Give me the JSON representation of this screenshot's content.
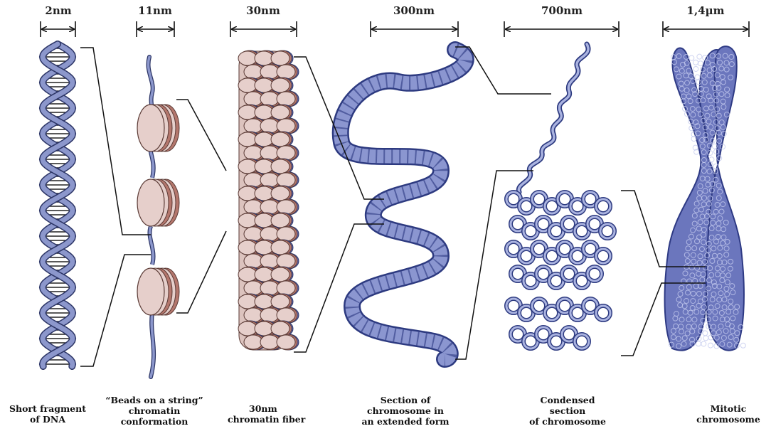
{
  "scales": [
    {
      "id": "dna",
      "label": "2nm"
    },
    {
      "id": "beads",
      "label": "11nm"
    },
    {
      "id": "fiber",
      "label": "30nm"
    },
    {
      "id": "extended",
      "label": "300nm"
    },
    {
      "id": "condensed",
      "label": "700nm"
    },
    {
      "id": "mitotic",
      "label": "1,4µm"
    }
  ],
  "captions": [
    {
      "id": "dna",
      "lines": [
        "Short fragment",
        "of DNA"
      ]
    },
    {
      "id": "beads",
      "lines": [
        "“Beads on a string”",
        "chromatin",
        "conformation"
      ]
    },
    {
      "id": "fiber",
      "lines": [
        "30nm",
        "chromatin fiber"
      ]
    },
    {
      "id": "extended",
      "lines": [
        "Section of",
        "chromosome in",
        "an extended form"
      ]
    },
    {
      "id": "condensed",
      "lines": [
        "Condensed",
        "section",
        "of chromosome"
      ]
    },
    {
      "id": "mitotic",
      "lines": [
        "Mitotic",
        "chromosome"
      ]
    }
  ],
  "colors": {
    "dna_strand": "#8c97cc",
    "dna_outline": "#2c3566",
    "nucleosome_face": "#e6cfcb",
    "nucleosome_edge": "#b4776d",
    "chromatin_blue": "#7480c2",
    "chromatin_dark": "#414c99",
    "line": "#111111"
  }
}
